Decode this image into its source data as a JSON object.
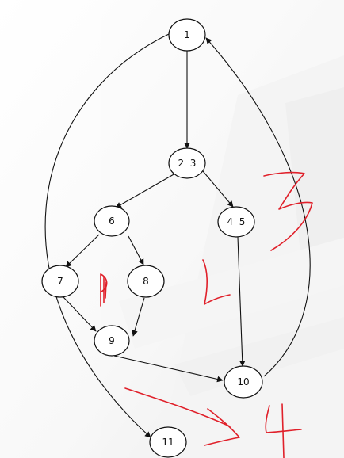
{
  "graph": {
    "nodes": [
      {
        "id": "n1",
        "label": "1"
      },
      {
        "id": "n23",
        "label": "2  3"
      },
      {
        "id": "n6",
        "label": "6"
      },
      {
        "id": "n45",
        "label": "4  5"
      },
      {
        "id": "n7",
        "label": "7"
      },
      {
        "id": "n8",
        "label": "8"
      },
      {
        "id": "n9",
        "label": "9"
      },
      {
        "id": "n10",
        "label": "10"
      },
      {
        "id": "n11",
        "label": "11"
      }
    ],
    "edges": [
      {
        "from": "1",
        "to": "2 3"
      },
      {
        "from": "2 3",
        "to": "6"
      },
      {
        "from": "2 3",
        "to": "4 5"
      },
      {
        "from": "6",
        "to": "7"
      },
      {
        "from": "6",
        "to": "8"
      },
      {
        "from": "7",
        "to": "9"
      },
      {
        "from": "8",
        "to": "9"
      },
      {
        "from": "9",
        "to": "10"
      },
      {
        "from": "4 5",
        "to": "10"
      },
      {
        "from": "10",
        "to": "1"
      },
      {
        "from": "1",
        "to": "11"
      }
    ]
  },
  "colors": {
    "ink": "#111111",
    "node_fill": "#ffffff",
    "annotation": "#e0202a",
    "background_shade": "#dcdcdc"
  }
}
